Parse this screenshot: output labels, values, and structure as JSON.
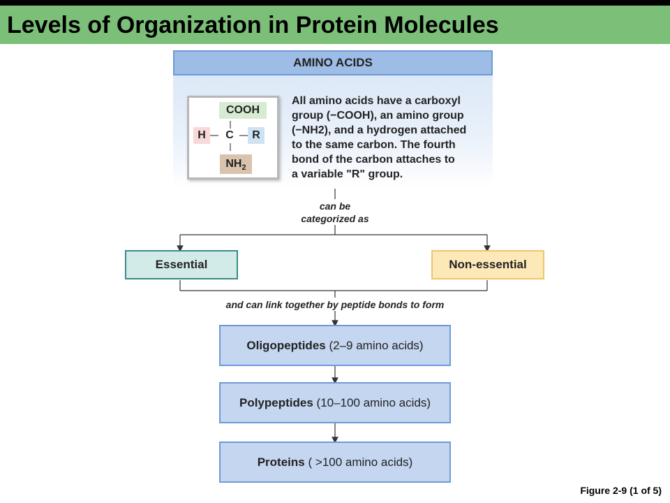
{
  "slide": {
    "title": "Levels of Organization in Protein Molecules",
    "figure_caption": "Figure 2-9 (1 of 5)"
  },
  "amino_acids": {
    "header": "AMINO ACIDS",
    "structure": {
      "top": "COOH",
      "left": "H",
      "center": "C",
      "right": "R",
      "bottom": "NH",
      "bottom_subscript": "2"
    },
    "description_lines": [
      "All amino acids have a carboxyl",
      "group (−COOH), an amino group",
      "(−NH2), and a hydrogen attached",
      "to the same carbon. The fourth",
      "bond of the carbon attaches to",
      "a variable \"R\" group."
    ]
  },
  "connectors": {
    "categorized_line1": "can be",
    "categorized_line2": "categorized as",
    "link_text": "and can link together by peptide bonds to form"
  },
  "categories": {
    "essential": "Essential",
    "non_essential": "Non-essential"
  },
  "steps": [
    {
      "name": "Oligopeptides",
      "detail": "(2–9 amino acids)"
    },
    {
      "name": "Polypeptides",
      "detail": "(10–100 amino acids)"
    },
    {
      "name": "Proteins",
      "detail": "( >100 amino acids)"
    }
  ],
  "colors": {
    "title_bar": "#7cbf78",
    "panel_header": "#9dbce6",
    "step_fill": "#c4d6f0",
    "essential_fill": "#d2ebe8",
    "essential_border": "#3a8a86",
    "non_essential_fill": "#fde8b8",
    "non_essential_border": "#f0c46a",
    "cooh_fill": "#d7ead2",
    "h_fill": "#f8d8d8",
    "r_fill": "#cfe2f5",
    "nh2_fill": "#d9c3ad"
  }
}
